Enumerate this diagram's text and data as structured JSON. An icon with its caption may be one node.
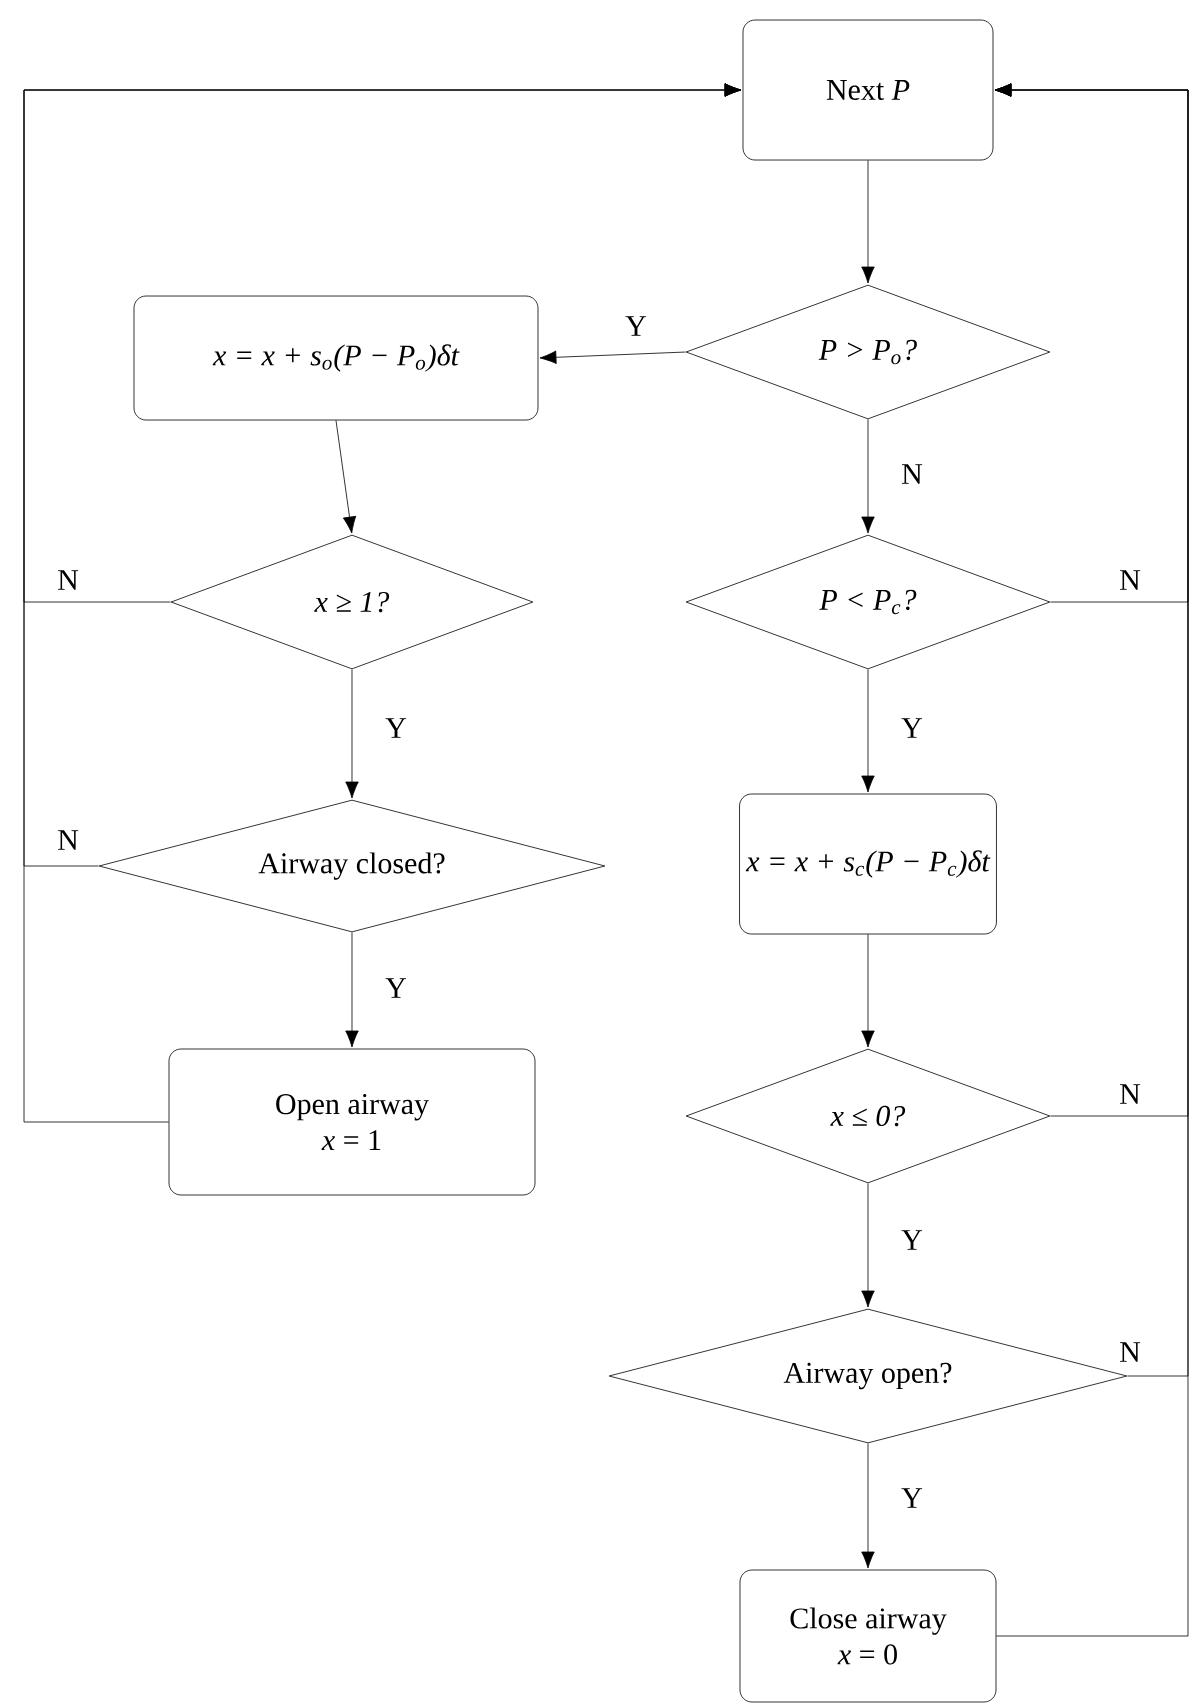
{
  "diagram": {
    "nodes": [
      {
        "text": [
          "Next *P*"
        ]
      },
      {
        "text": [
          "P > P$_{o}$?"
        ]
      },
      {
        "text": [
          "x = x + s$_{o}$(P − P$_{o}$)δt"
        ]
      },
      {
        "text": [
          "x ≥ 1?"
        ]
      },
      {
        "text": [
          "P < P$_{c}$?"
        ]
      },
      {
        "text": [
          "Airway closed?"
        ]
      },
      {
        "text": [
          "x = x + s$_{c}$(P − P$_{c}$)δt"
        ]
      },
      {
        "text": [
          "Open airway",
          "*x* = 1"
        ]
      },
      {
        "text": [
          "x ≤ 0?"
        ]
      },
      {
        "text": [
          "Airway open?"
        ]
      },
      {
        "text": [
          "Close airway",
          "*x* = 0"
        ]
      }
    ],
    "edges": [
      {
        "from": 0,
        "to": 1,
        "arrow": "to"
      },
      {
        "from": 1,
        "to": 2,
        "arrow": "to",
        "label": "Y"
      },
      {
        "from": 1,
        "to": 4,
        "arrow": "to",
        "label": "N"
      },
      {
        "from": 2,
        "to": 3,
        "arrow": "to"
      },
      {
        "from": 3,
        "to": 5,
        "arrow": "to",
        "label": "Y"
      },
      {
        "from": 3,
        "to": 0,
        "arrow": "to",
        "label": "N"
      },
      {
        "from": 5,
        "to": 7,
        "arrow": "to",
        "label": "Y"
      },
      {
        "from": 5,
        "to": 0,
        "arrow": "to",
        "label": "N"
      },
      {
        "from": 7,
        "to": 0,
        "arrow": "to"
      },
      {
        "from": 4,
        "to": 6,
        "arrow": "to",
        "label": "Y"
      },
      {
        "from": 4,
        "to": 0,
        "arrow": "to",
        "label": "N"
      },
      {
        "from": 6,
        "to": 8,
        "arrow": "to"
      },
      {
        "from": 8,
        "to": 9,
        "arrow": "to",
        "label": "Y"
      },
      {
        "from": 8,
        "to": 0,
        "arrow": "to",
        "label": "N"
      },
      {
        "from": 9,
        "to": 10,
        "arrow": "to",
        "label": "Y"
      },
      {
        "from": 9,
        "to": 0,
        "arrow": "to",
        "label": "N"
      },
      {
        "from": 10,
        "to": 0,
        "arrow": "to"
      }
    ]
  }
}
